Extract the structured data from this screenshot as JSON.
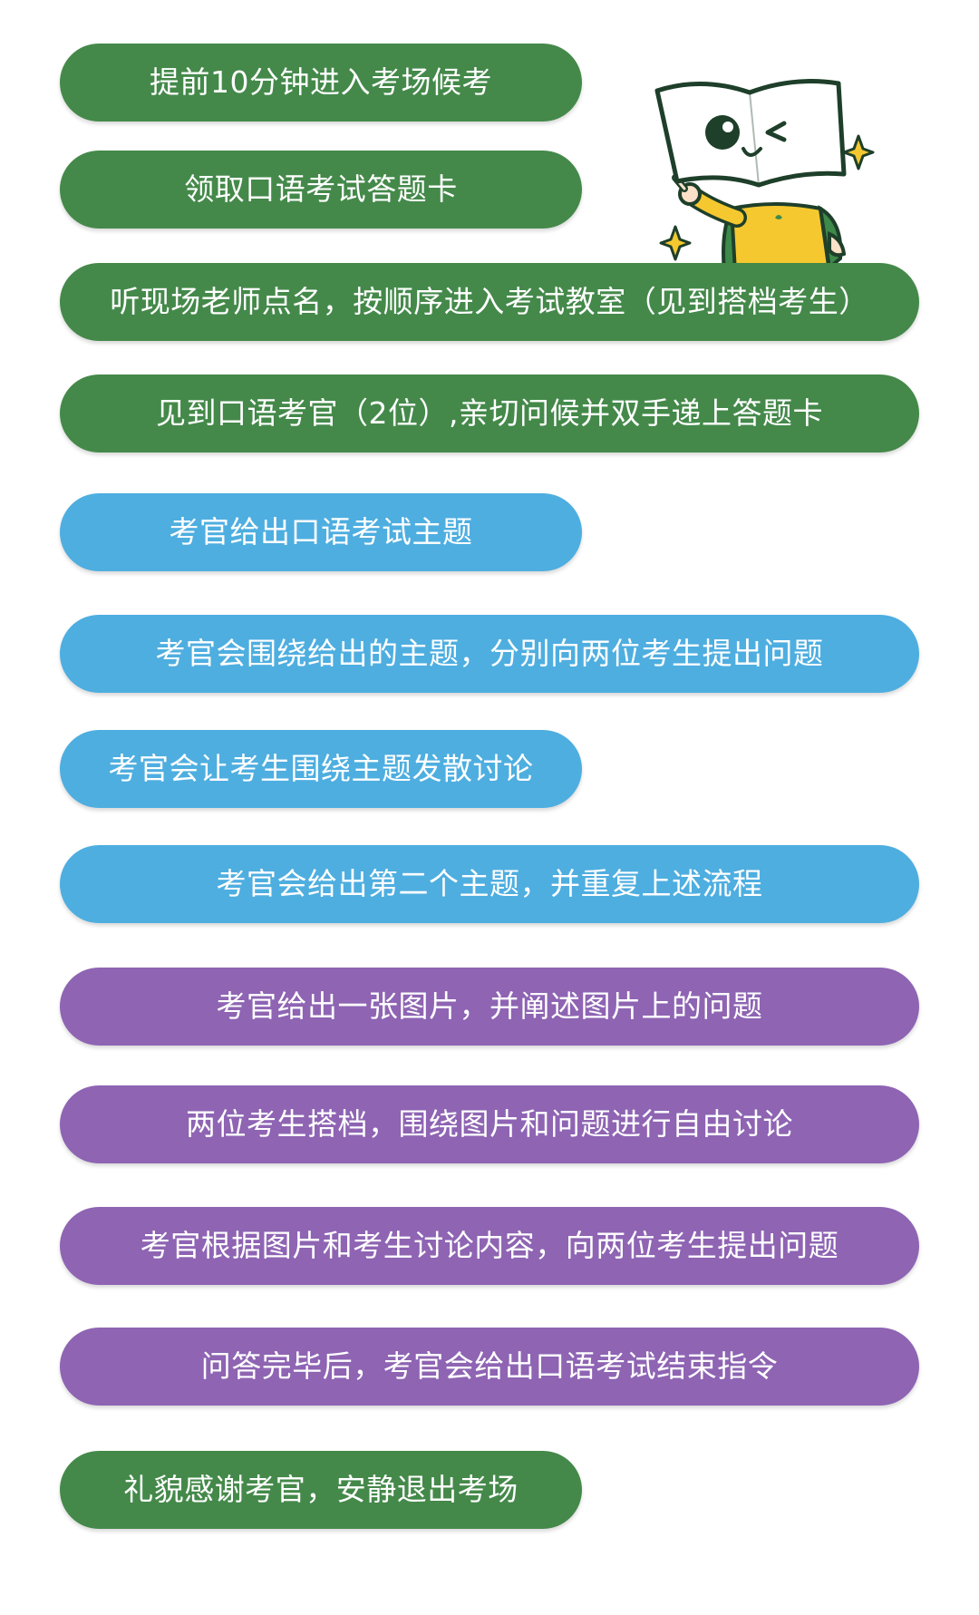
{
  "colors": {
    "green": "#44894a",
    "blue": "#4eaee0",
    "purple": "#8e64b3"
  },
  "steps": [
    {
      "label": "提前10分钟进入考场候考",
      "color": "green"
    },
    {
      "label": "领取口语考试答题卡",
      "color": "green"
    },
    {
      "label": "听现场老师点名，按顺序进入考试教室（见到搭档考生）",
      "color": "green"
    },
    {
      "label": "见到口语考官（2位）,亲切问候并双手递上答题卡",
      "color": "green"
    },
    {
      "label": "考官给出口语考试主题",
      "color": "blue"
    },
    {
      "label": "考官会围绕给出的主题，分别向两位考生提出问题",
      "color": "blue"
    },
    {
      "label": "考官会让考生围绕主题发散讨论",
      "color": "blue"
    },
    {
      "label": "考官会给出第二个主题，并重复上述流程",
      "color": "blue"
    },
    {
      "label": "考官给出一张图片，并阐述图片上的问题",
      "color": "purple"
    },
    {
      "label": "两位考生搭档，围绕图片和问题进行自由讨论",
      "color": "purple"
    },
    {
      "label": "考官根据图片和考生讨论内容，向两位考生提出问题",
      "color": "purple"
    },
    {
      "label": "问答完毕后，考官会给出口语考试结束指令",
      "color": "purple"
    },
    {
      "label": "礼貌感谢考官，安静退出考场",
      "color": "green"
    }
  ]
}
